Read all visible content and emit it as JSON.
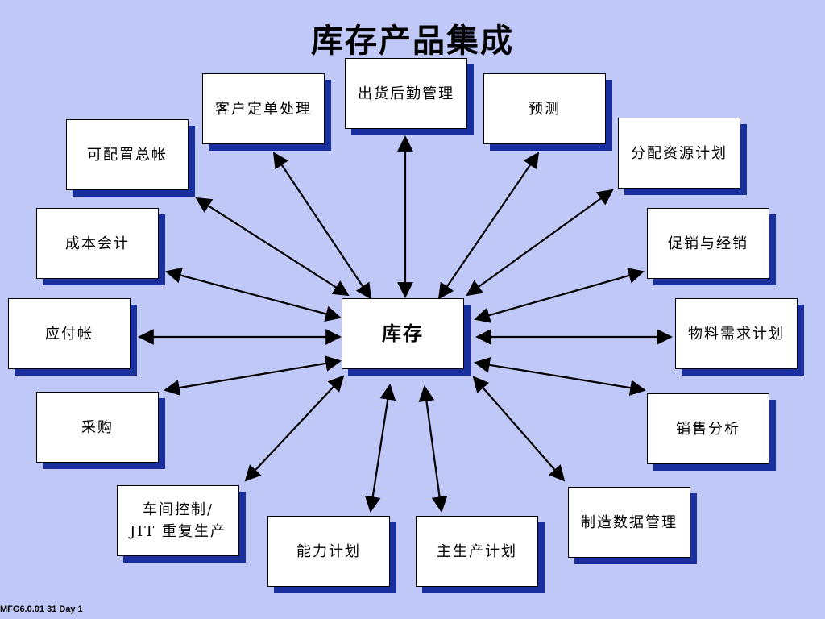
{
  "title": "库存产品集成",
  "center": "库存",
  "nodes": {
    "customer_order": "客户定单处理",
    "shipping_logistics": "出货后勤管理",
    "forecast": "预测",
    "drp": "分配资源计划",
    "configurable_gl": "可配置总帐",
    "promotion": "促销与经销",
    "cost_accounting": "成本会计",
    "accounts_payable": "应付帐",
    "mrp": "物料需求计划",
    "purchasing": "采购",
    "sales_analysis": "销售分析",
    "shop_floor_line1": "车间控制/",
    "shop_floor_line2": "JIT 重复生产",
    "capacity_planning": "能力计划",
    "mps": "主生产计划",
    "mfg_data": "制造数据管理"
  },
  "footer": "MFG6.0.01  31  Day 1",
  "colors": {
    "background": "#c0c8f8",
    "shadow": "#1a2f9e"
  }
}
